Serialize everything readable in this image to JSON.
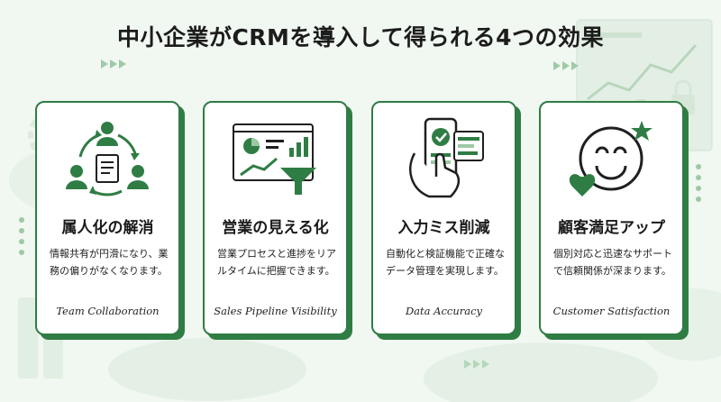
{
  "title": "中小企業がCRMを導入して得られる4つの効果",
  "accent_color": "#2f7d44",
  "cards": [
    {
      "icon": "team-cycle-icon",
      "heading": "属人化の解消",
      "description": "情報共有が円滑になり、業務の偏りがなくなります。",
      "subtitle": "Team Collaboration"
    },
    {
      "icon": "sales-dashboard-icon",
      "heading": "営業の見える化",
      "description": "営業プロセスと進捗をリアルタイムに把握できます。",
      "subtitle": "Sales Pipeline Visibility"
    },
    {
      "icon": "smartphone-check-icon",
      "heading": "入力ミス削減",
      "description": "自動化と検証機能で正確なデータ管理を実現します。",
      "subtitle": "Data Accuracy"
    },
    {
      "icon": "smiley-star-heart-icon",
      "heading": "顧客満足アップ",
      "description": "個別対応と迅速なサポートで信頼関係が深まります。",
      "subtitle": "Customer Satisfaction"
    }
  ]
}
